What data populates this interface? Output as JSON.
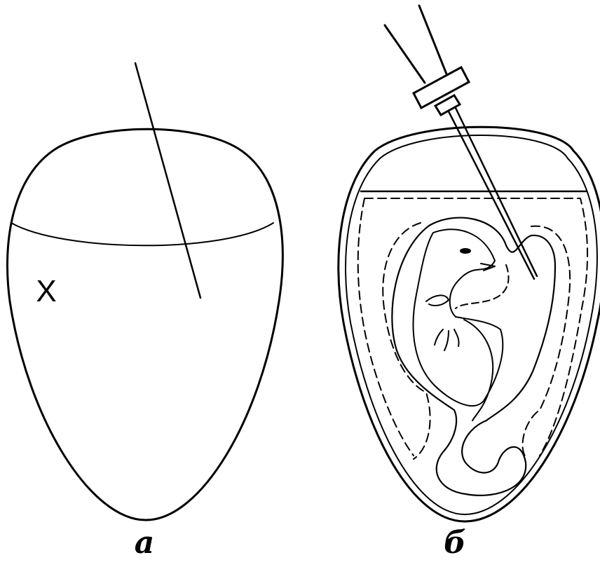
{
  "figure": {
    "panels": [
      {
        "caption": "а",
        "mark": "X"
      },
      {
        "caption": "б"
      }
    ],
    "colors": {
      "line": "#000000",
      "background": "#ffffff"
    }
  }
}
